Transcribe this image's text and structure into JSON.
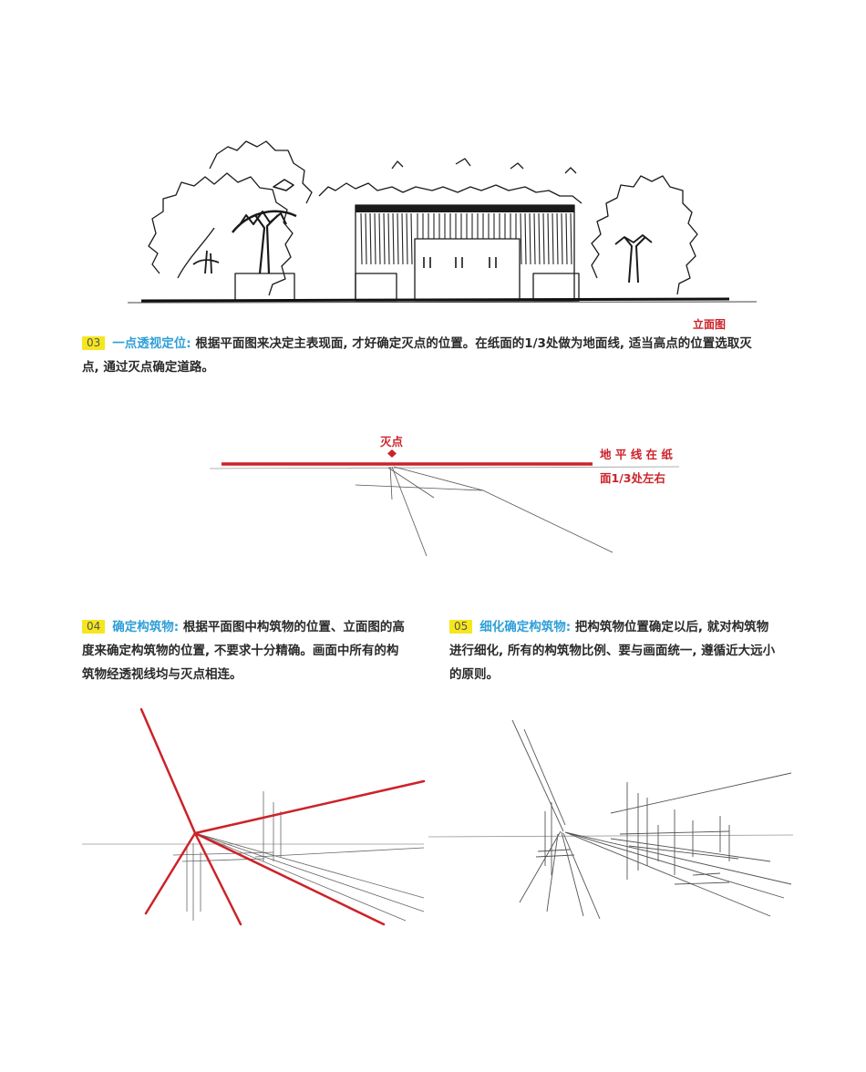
{
  "elevation": {
    "caption": "立面图"
  },
  "step03": {
    "num": "03",
    "title": "一点透视定位:",
    "line1": " 根据平面图来决定主表现面, 才好确定灭点的位置。在纸面的1/3处做为地面线, 适当高点的位置选取灭",
    "line2": "点, 通过灭点确定道路。"
  },
  "perspective_labels": {
    "vanishing_point": "灭点",
    "ground_line_1": "地 平 线 在 纸",
    "ground_line_2": "面1/3处左右"
  },
  "step04": {
    "num": "04",
    "title": "确定构筑物:",
    "line1": " 根据平面图中构筑物的位置、立面图的高",
    "line2": "度来确定构筑物的位置, 不要求十分精确。画面中所有的构",
    "line3": "筑物经透视线均与灭点相连。"
  },
  "step05": {
    "num": "05",
    "title": "细化确定构筑物:",
    "line1": " 把构筑物位置确定以后, 就对构筑物",
    "line2": "进行细化, 所有的构筑物比例、要与画面统一, 遵循近大远小",
    "line3": "的原则。"
  },
  "colors": {
    "accent_red": "#cc2229",
    "highlight_blue": "#2f9fd8",
    "badge_yellow": "#f5e61e"
  }
}
